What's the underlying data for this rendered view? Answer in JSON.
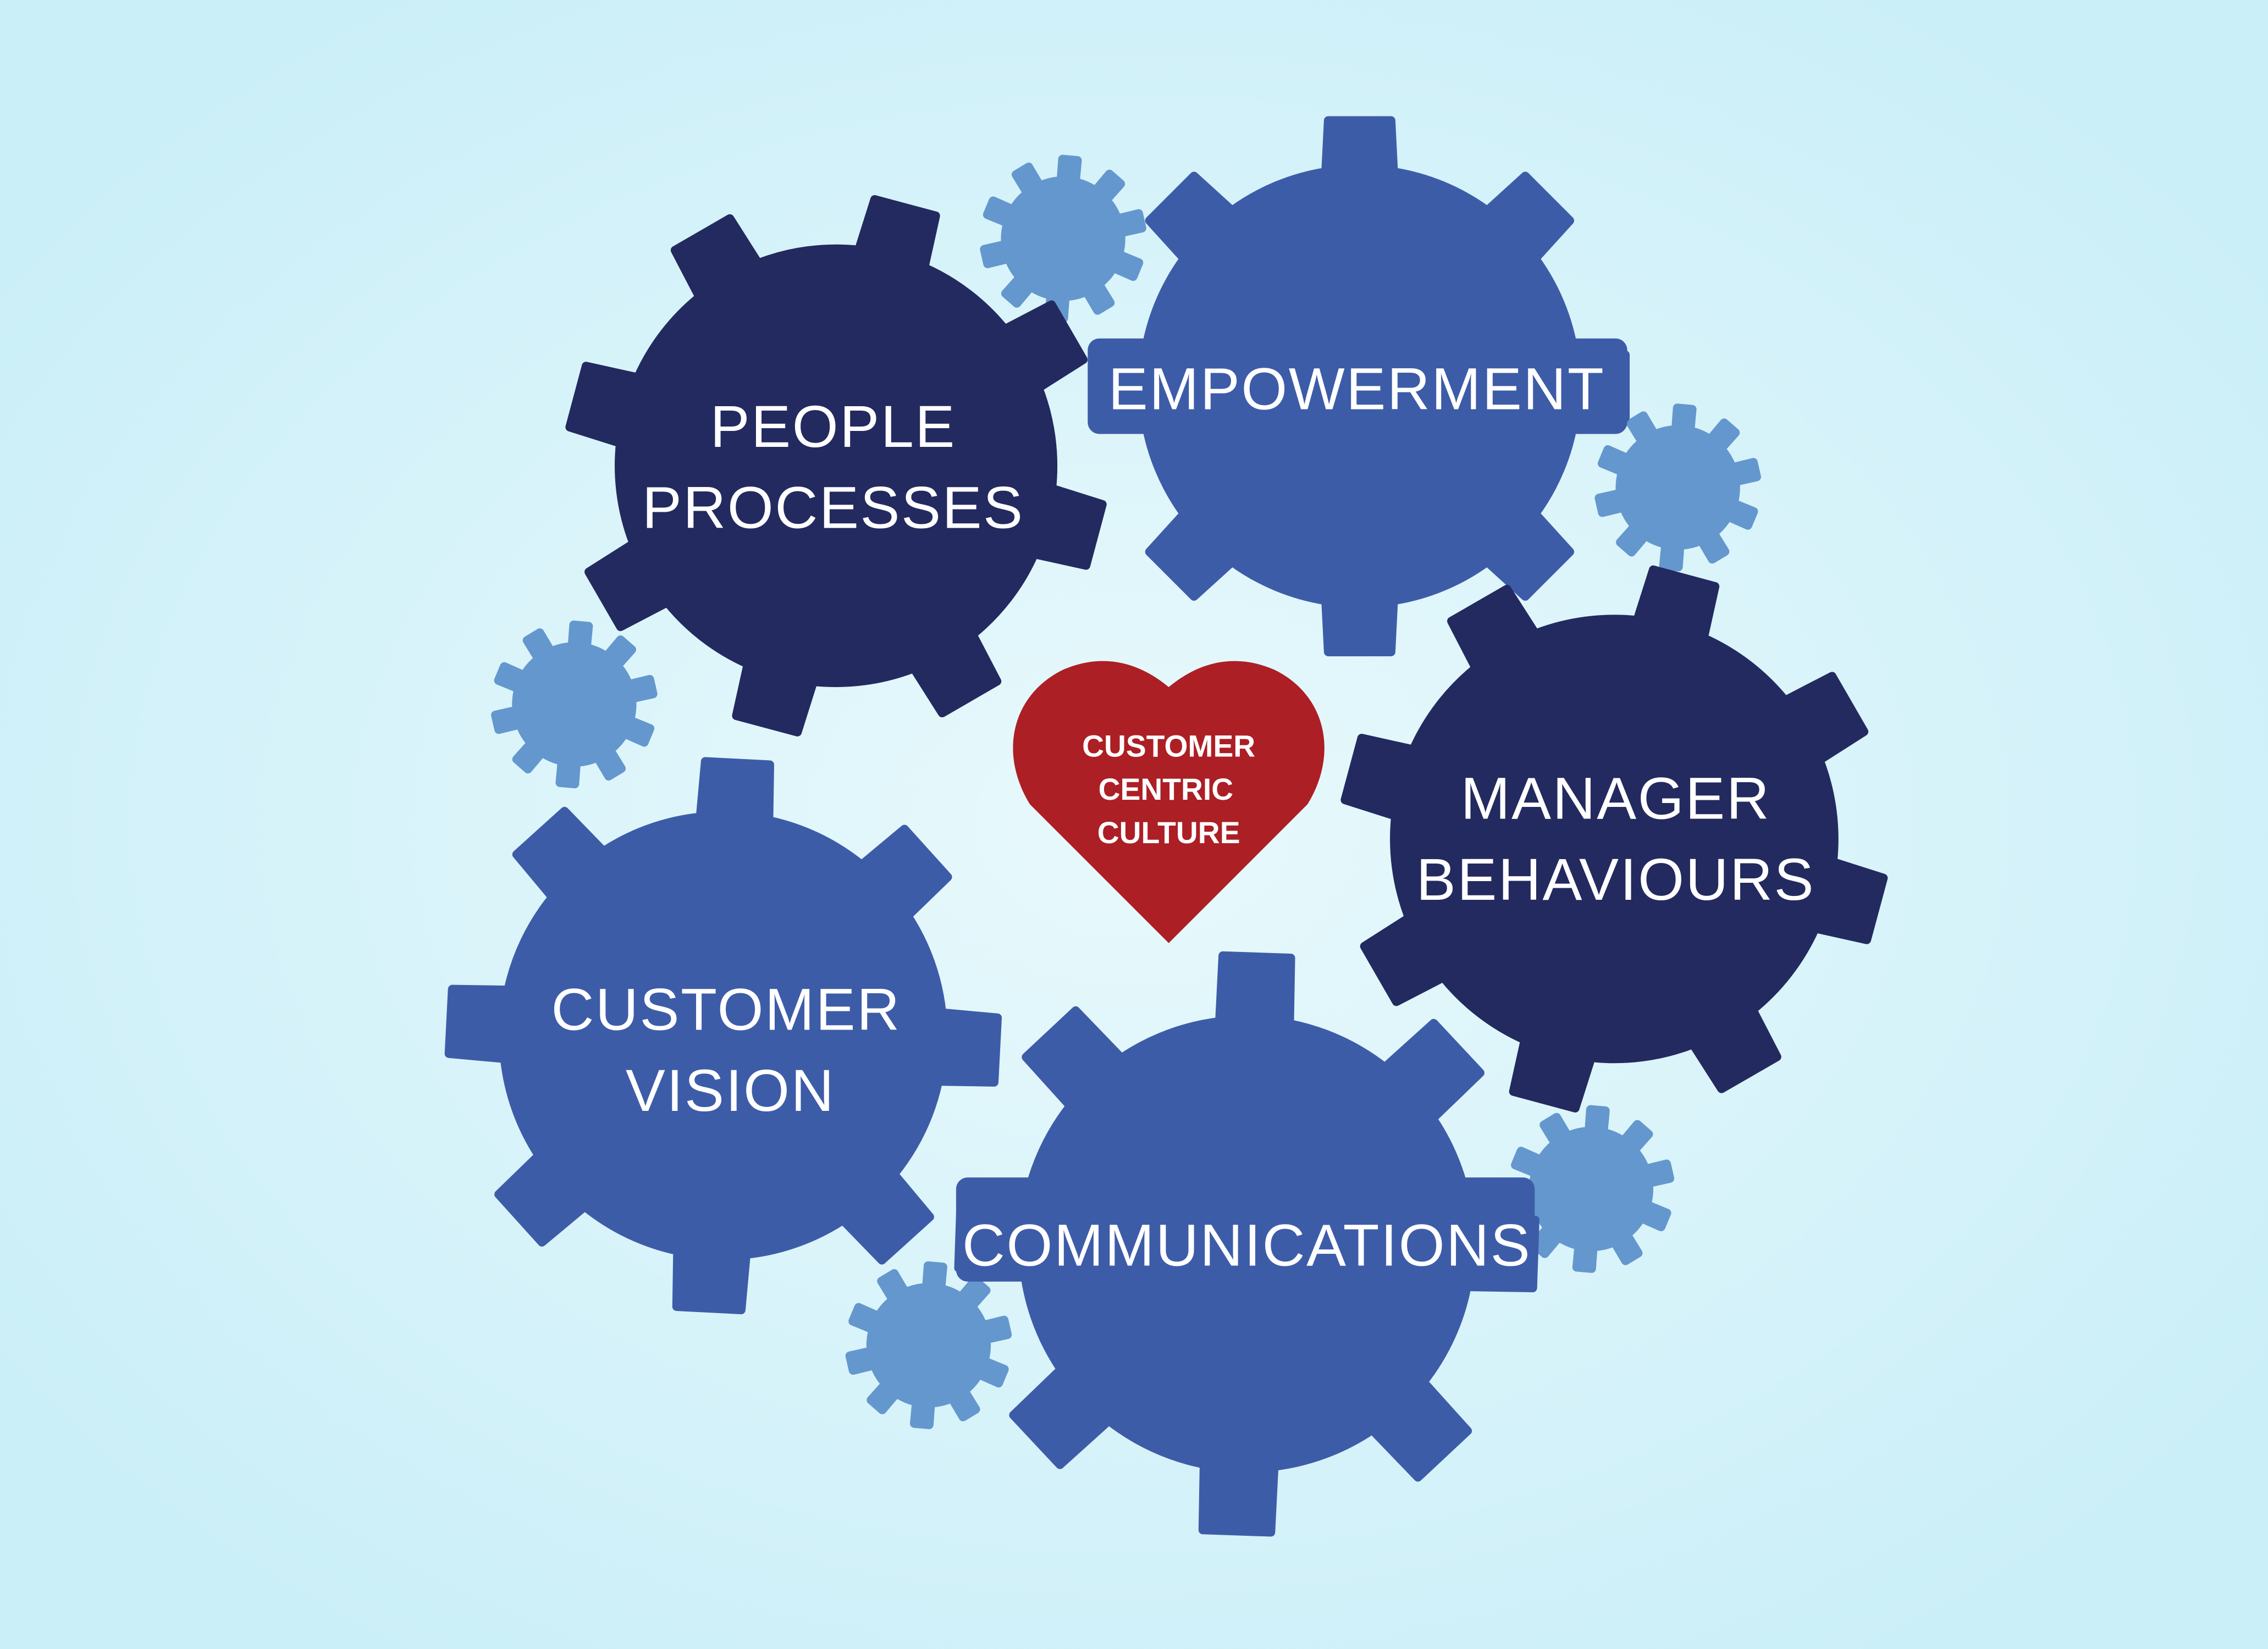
{
  "colors": {
    "background": "#cdf0f8",
    "background_center": "#e6f8fc",
    "dark_gear": "#232a5f",
    "medium_gear": "#3d5ca8",
    "small_gear": "#6497cd",
    "heart": "#ac1f25",
    "text": "#ffffff"
  },
  "heart": {
    "lines": [
      "CUSTOMER",
      "CENTRIC",
      "CULTURE"
    ]
  },
  "gears": {
    "people_processes": {
      "lines": [
        "PEOPLE",
        "PROCESSES"
      ]
    },
    "empowerment": {
      "lines": [
        "EMPOWERMENT"
      ]
    },
    "manager_behaviours": {
      "lines": [
        "MANAGER",
        "BEHAVIOURS"
      ]
    },
    "customer_vision": {
      "lines": [
        "CUSTOMER",
        "VISION"
      ]
    },
    "communications": {
      "lines": [
        "COMMUNICATIONS"
      ]
    }
  }
}
